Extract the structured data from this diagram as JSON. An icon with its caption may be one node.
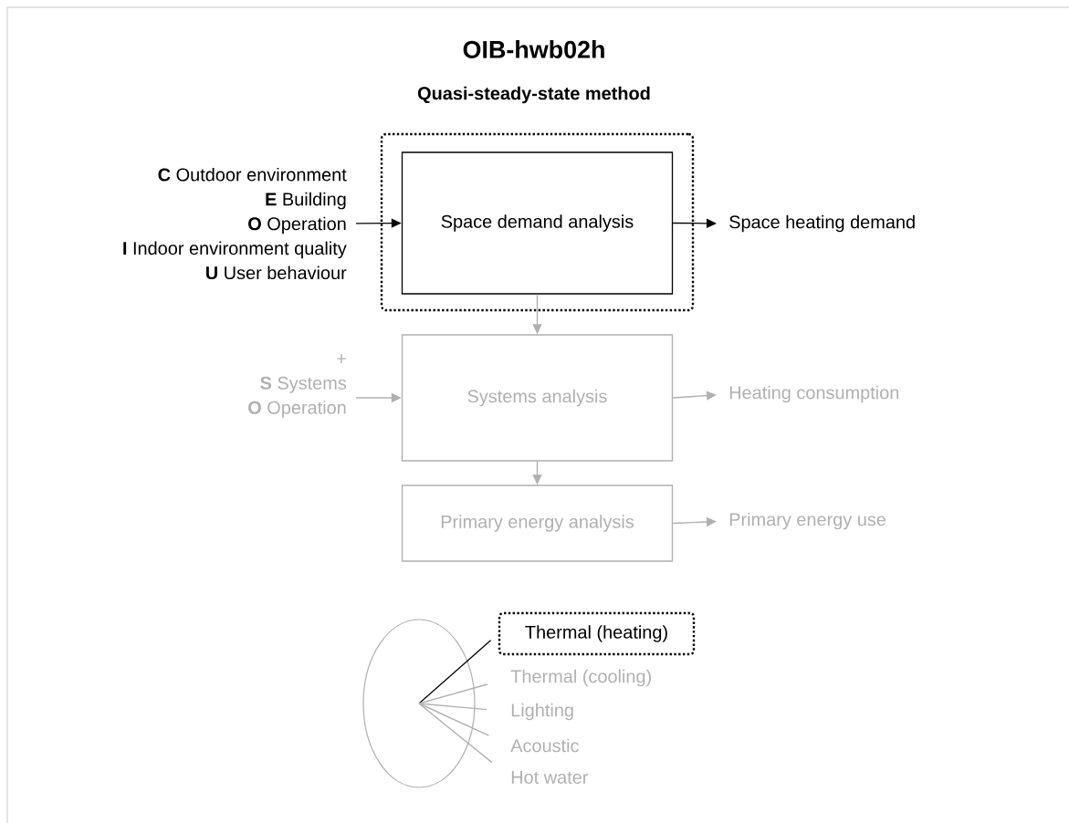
{
  "diagram": {
    "title": "OIB-hwb02h",
    "nodes": [
      {
        "text": [
          "**C** Outdoor environment",
          "**E** Building",
          "**O** Operation",
          "**I** Indoor environment quality",
          "**U** User behaviour"
        ]
      },
      {
        "text": [],
        "shape": "box"
      },
      {
        "text": [
          "Space demand analysis"
        ],
        "in": 1
      },
      {
        "text": [
          "Space heating demand"
        ]
      },
      {
        "text": [
          "+",
          "**S** Systems",
          "**O** Operation"
        ]
      },
      {
        "text": [
          "Systems analysis"
        ]
      },
      {
        "text": [
          "Heating consumption"
        ]
      },
      {
        "text": [
          "Primary energy analysis"
        ]
      },
      {
        "text": [
          "Primary energy use"
        ]
      },
      {
        "text": [],
        "shape": "ellipse"
      },
      {
        "text": [
          "Thermal (heating)"
        ]
      },
      {
        "text": [
          "Thermal (cooling)"
        ]
      },
      {
        "text": [
          "Lighting"
        ]
      },
      {
        "text": [
          "Acoustic"
        ]
      },
      {
        "text": [
          "Hot water"
        ]
      }
    ],
    "edges": [
      {
        "from": 0,
        "to": 2,
        "arrow": "to",
        "color": "#000000"
      },
      {
        "from": 2,
        "to": 3,
        "arrow": "to",
        "color": "#000000"
      },
      {
        "from": 2,
        "to": 5,
        "arrow": "to"
      },
      {
        "from": 4,
        "to": 5,
        "arrow": "to"
      },
      {
        "from": 5,
        "to": 6,
        "arrow": "to"
      },
      {
        "from": 5,
        "to": 7,
        "arrow": "to"
      },
      {
        "from": 7,
        "to": 8,
        "arrow": "to"
      },
      {
        "from": 9,
        "to": 10,
        "arrow": "none",
        "color": "#000000"
      },
      {
        "from": 9,
        "to": 11,
        "arrow": "none"
      },
      {
        "from": 9,
        "to": 12,
        "arrow": "none"
      },
      {
        "from": 9,
        "to": 13,
        "arrow": "none"
      },
      {
        "from": 9,
        "to": 14,
        "arrow": "none"
      }
    ],
    "labels": [
      "Quasi-steady-state method"
    ]
  }
}
